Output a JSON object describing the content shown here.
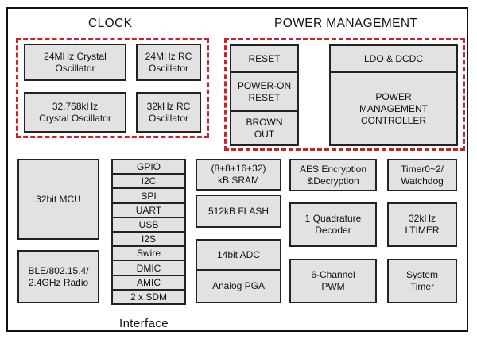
{
  "clock": {
    "title": "CLOCK",
    "crystal_24m": "24MHz Crystal\nOscillator",
    "rc_24m": "24MHz RC\nOscillator",
    "crystal_32k": "32.768kHz\nCrystal Oscillator",
    "rc_32k": "32kHz RC\nOscillator"
  },
  "power": {
    "title": "POWER MANAGEMENT",
    "reset": "RESET",
    "power_on_reset": "POWER-ON\nRESET",
    "brown_out": "BROWN\nOUT",
    "ldo_dcdc": "LDO & DCDC",
    "controller": "POWER\nMANAGEMENT\nCONTROLLER"
  },
  "blocks": {
    "mcu": "32bit MCU",
    "radio": "BLE/802.15.4/\n2.4GHz Radio",
    "sram": "(8+8+16+32)\nkB SRAM",
    "flash": "512kB FLASH",
    "adc": "14bit ADC",
    "pga": "Analog PGA",
    "aes": "AES Encryption\n&Decryption",
    "quadrature": "1 Quadrature\nDecoder",
    "pwm": "6-Channel\nPWM",
    "timers": "Timer0~2/\nWatchdog",
    "ltimer": "32kHz\nLTIMER",
    "system_timer": "System\nTimer"
  },
  "interface": {
    "title": "Interface",
    "items": [
      "GPIO",
      "I2C",
      "SPI",
      "UART",
      "USB",
      "I2S",
      "Swire",
      "DMIC",
      "AMIC",
      "2 x SDM"
    ]
  }
}
